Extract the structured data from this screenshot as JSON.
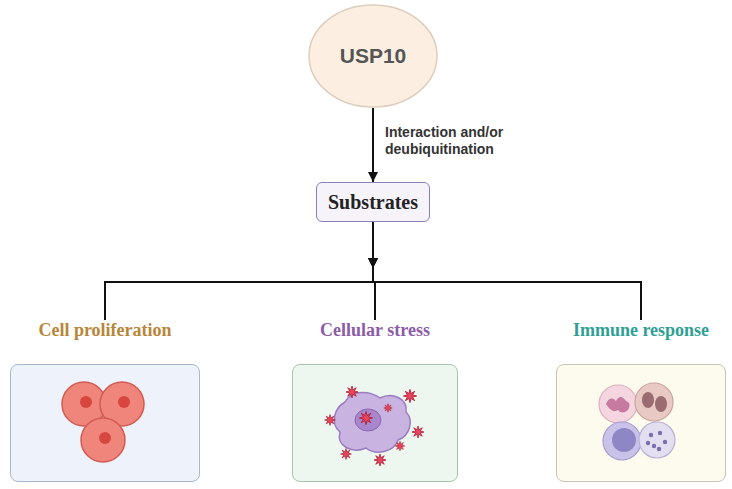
{
  "diagram": {
    "nodes": [
      {
        "text": [
          "USP10"
        ]
      },
      {
        "text": [
          "Substrates"
        ]
      },
      {
        "text": [
          "Cell proliferation"
        ]
      },
      {
        "text": [
          "Cellular stress"
        ]
      },
      {
        "text": [
          "Immune response"
        ]
      }
    ],
    "edges": [
      {
        "from": 0,
        "to": 1,
        "arrow": "to",
        "label": "Interaction and/or deubiquitination"
      },
      {
        "from": 1,
        "to": 2,
        "arrow": "to"
      },
      {
        "from": 1,
        "to": 3,
        "arrow": "to"
      },
      {
        "from": 1,
        "to": 4,
        "arrow": "to"
      }
    ]
  }
}
